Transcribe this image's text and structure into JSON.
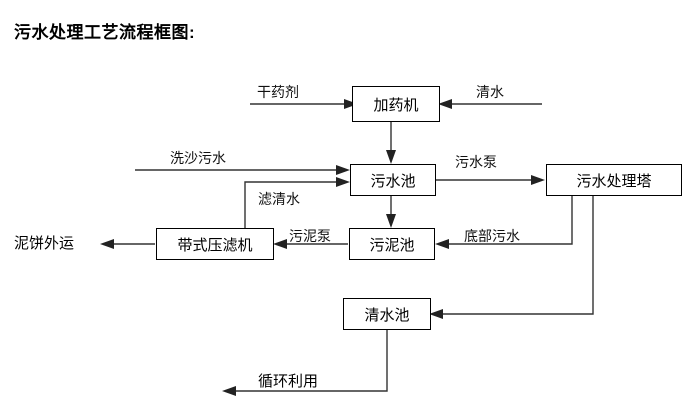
{
  "title": "污水处理工艺流程框图:",
  "diagram": {
    "type": "flowchart",
    "nodes": [
      {
        "id": "dosing-machine",
        "label": "加药机"
      },
      {
        "id": "sewage-pool",
        "label": "污水池"
      },
      {
        "id": "sewage-treatment-tower",
        "label": "污水处理塔"
      },
      {
        "id": "belt-filter-press",
        "label": "带式压滤机"
      },
      {
        "id": "sludge-pool",
        "label": "污泥池"
      },
      {
        "id": "clean-water-pool",
        "label": "清水池"
      }
    ],
    "edge_labels": [
      {
        "id": "dry-chemical",
        "label": "干药剂"
      },
      {
        "id": "clean-water-in",
        "label": "清水"
      },
      {
        "id": "sand-washing-sewage",
        "label": "洗沙污水"
      },
      {
        "id": "filtered-clear-water",
        "label": "滤清水"
      },
      {
        "id": "sewage-pump",
        "label": "污水泵"
      },
      {
        "id": "sludge-pump",
        "label": "污泥泵"
      },
      {
        "id": "bottom-sewage",
        "label": "底部污水"
      },
      {
        "id": "mud-cake-out",
        "label": "泥饼外运"
      },
      {
        "id": "recycle-reuse",
        "label": "循环利用"
      }
    ],
    "flows": [
      {
        "from": "干药剂",
        "to": "加药机",
        "label": "干药剂"
      },
      {
        "from": "清水",
        "to": "加药机",
        "label": "清水"
      },
      {
        "from": "加药机",
        "to": "污水池",
        "label": ""
      },
      {
        "from": "洗沙污水",
        "to": "污水池",
        "label": "洗沙污水"
      },
      {
        "from": "带式压滤机",
        "to": "污水池",
        "label": "滤清水"
      },
      {
        "from": "污水池",
        "to": "污水处理塔",
        "label": "污水泵"
      },
      {
        "from": "污水池",
        "to": "污泥池",
        "label": ""
      },
      {
        "from": "污泥池",
        "to": "带式压滤机",
        "label": "污泥泵"
      },
      {
        "from": "污水处理塔",
        "to": "污泥池",
        "label": "底部污水"
      },
      {
        "from": "污水处理塔",
        "to": "清水池",
        "label": ""
      },
      {
        "from": "带式压滤机",
        "to": "泥饼外运",
        "label": "泥饼外运"
      },
      {
        "from": "清水池",
        "to": "循环利用",
        "label": "循环利用"
      }
    ]
  },
  "colors": {
    "background": "#ffffff",
    "line": "#333333",
    "text": "#000000",
    "box_border": "#000000"
  }
}
